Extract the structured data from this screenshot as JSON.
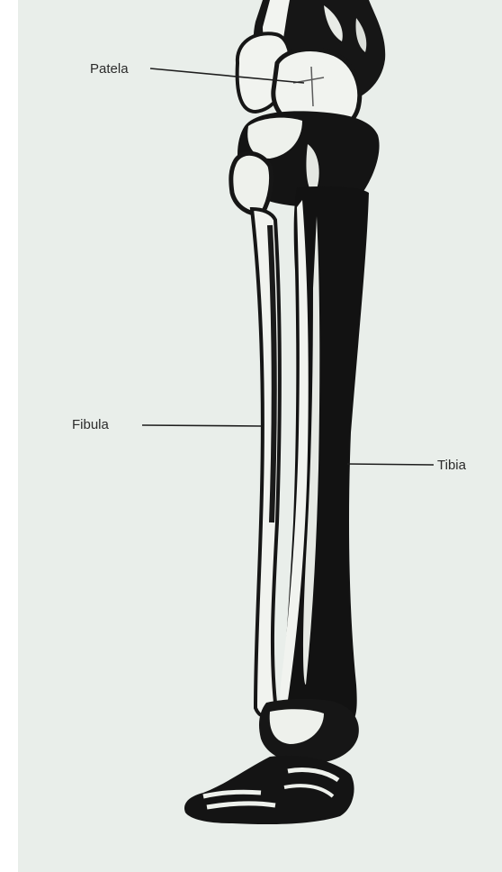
{
  "labels": {
    "patella": "Patela",
    "fibula": "Fibula",
    "tibia": "Tibia"
  },
  "colors": {
    "paper": "#e9eeea",
    "bone_light": "#f3f5f1",
    "bone_dark": "#141414",
    "leader_line": "#1e1e1e"
  }
}
